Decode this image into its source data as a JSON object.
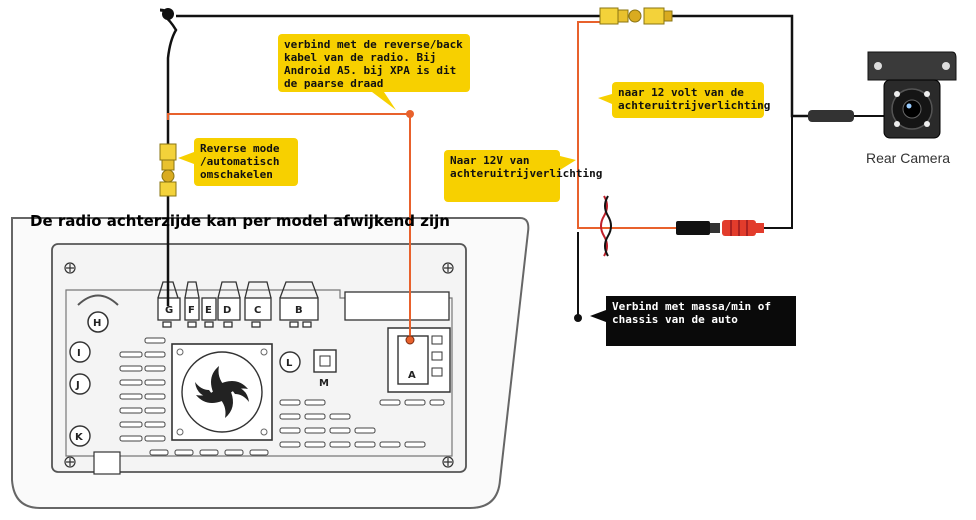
{
  "title": "De radio achterzijde kan per model afwijkend zijn",
  "callouts": {
    "reverse_cable": "verbind met de reverse/back kabel van de radio. Bij Android A5. bij XPA is dit de paarse draad",
    "reverse_mode": "Reverse mode /automatisch omschakelen",
    "backlight_12v_top": "naar 12 volt van de achteruitrijverlichting",
    "backlight_12v_left": "Naar 12V van achteruitrijverlichting",
    "ground": "Verbind met massa/min of chassis van de auto"
  },
  "camera_label": "Rear Camera",
  "radio_ports": {
    "G": "G",
    "F": "F",
    "E": "E",
    "D": "D",
    "C": "C",
    "B": "B",
    "H": "H",
    "I": "I",
    "J": "J",
    "K": "K",
    "L": "L",
    "M": "M",
    "A": "A"
  },
  "colors": {
    "callout_yellow": "#f7d000",
    "wire_orange": "#e8612c",
    "wire_black": "#111111",
    "rca_yellow": "#f3d23a",
    "power_red": "#e23c2c"
  }
}
